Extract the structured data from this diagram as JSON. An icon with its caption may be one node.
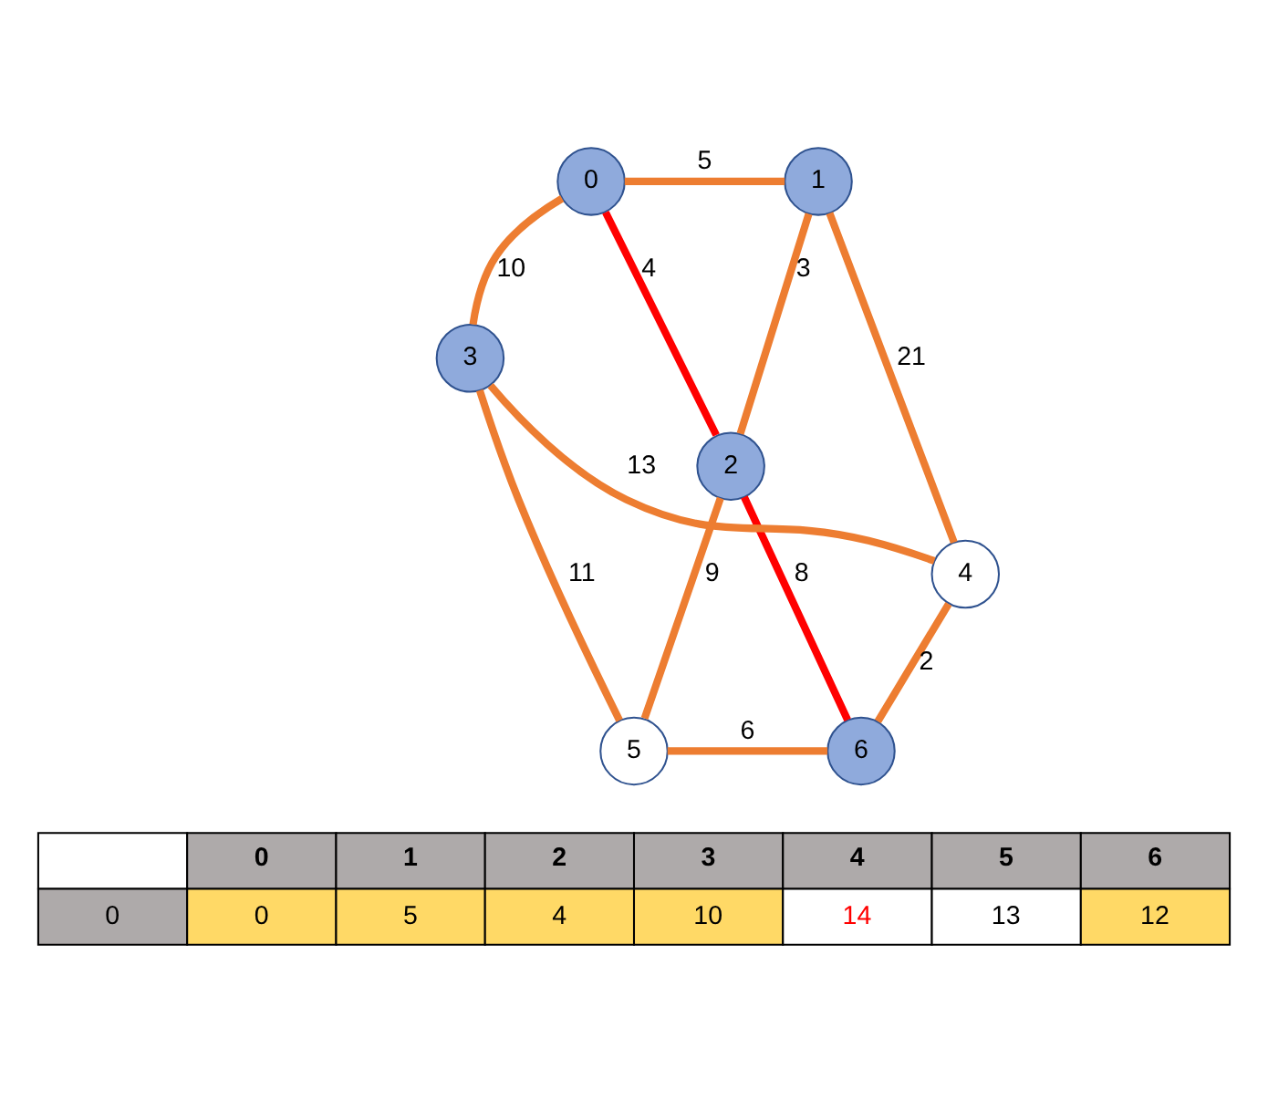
{
  "diagram": {
    "nodes": [
      {
        "text": [
          "0"
        ]
      },
      {
        "text": [
          "1"
        ]
      },
      {
        "text": [
          "2"
        ]
      },
      {
        "text": [
          "3"
        ]
      },
      {
        "text": [
          "4"
        ]
      },
      {
        "text": [
          "5"
        ]
      },
      {
        "text": [
          "6"
        ]
      }
    ],
    "edges": [
      {
        "from": 0,
        "to": 1,
        "arrow": "none",
        "label": "5"
      },
      {
        "from": 0,
        "to": 2,
        "arrow": "none",
        "label": "4",
        "color": "#ff0000"
      },
      {
        "from": 1,
        "to": 2,
        "arrow": "none",
        "label": "3"
      },
      {
        "from": 0,
        "to": 3,
        "arrow": "none",
        "label": "10"
      },
      {
        "from": 1,
        "to": 4,
        "arrow": "none",
        "label": "21"
      },
      {
        "from": 3,
        "to": 4,
        "arrow": "none",
        "label": "13"
      },
      {
        "from": 2,
        "to": 6,
        "arrow": "none",
        "label": "8",
        "color": "#ff0000"
      },
      {
        "from": 2,
        "to": 5,
        "arrow": "none",
        "label": "9"
      },
      {
        "from": 3,
        "to": 5,
        "arrow": "none",
        "label": "11"
      },
      {
        "from": 4,
        "to": 6,
        "arrow": "none",
        "label": "2"
      },
      {
        "from": 5,
        "to": 6,
        "arrow": "none",
        "label": "6"
      }
    ],
    "labels": [
      "0",
      "1",
      "2",
      "3",
      "4",
      "5",
      "6",
      "0",
      "0",
      "5",
      "4",
      "10",
      "14",
      "13",
      "12"
    ]
  }
}
